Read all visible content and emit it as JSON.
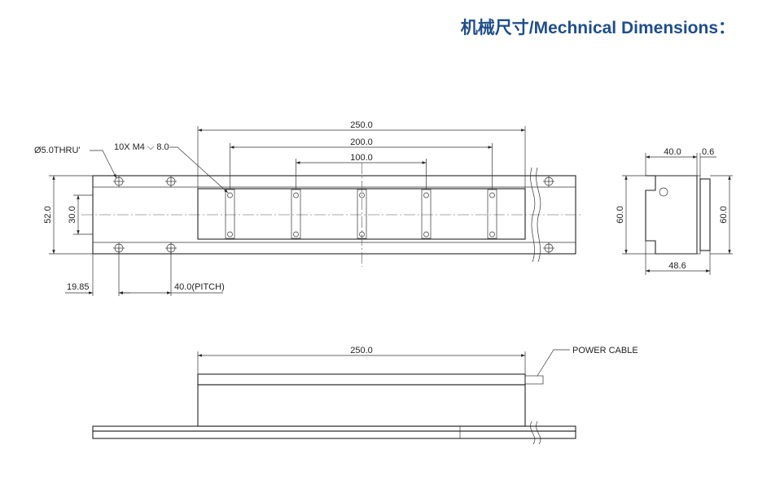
{
  "title": "机械尺寸/Mechnical Dimensions：",
  "dims": {
    "length_total": "250.0",
    "length_200": "200.0",
    "length_100": "100.0",
    "hole_thru": "Ø5.0THRU'",
    "tapped": "10X M4 ⌵ 8.0",
    "height_52": "52.0",
    "height_30": "30.0",
    "offset": "19.85",
    "pitch": "40.0(PITCH)",
    "side_w40": "40.0",
    "side_w06": "0.6",
    "side_h60_left": "60.0",
    "side_h60_right": "60.0",
    "side_w486": "48.6",
    "bottom_250": "250.0",
    "power_cable": "POWER CABLE"
  }
}
